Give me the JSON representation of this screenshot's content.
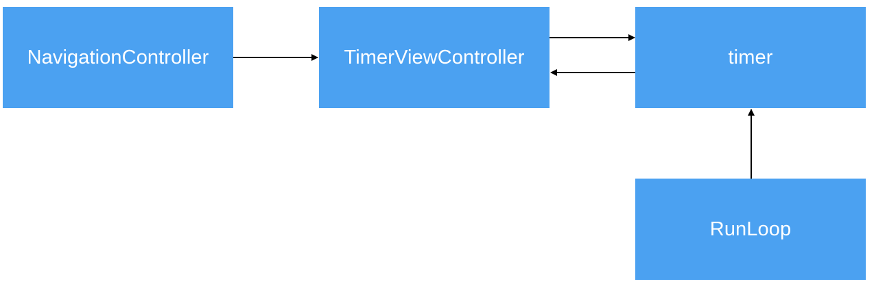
{
  "diagram": {
    "nodes": {
      "navigation_controller": "NavigationController",
      "timer_view_controller": "TimerViewController",
      "timer": "timer",
      "run_loop": "RunLoop"
    },
    "edges": [
      {
        "from": "NavigationController",
        "to": "TimerViewController"
      },
      {
        "from": "TimerViewController",
        "to": "timer"
      },
      {
        "from": "timer",
        "to": "TimerViewController"
      },
      {
        "from": "RunLoop",
        "to": "timer"
      }
    ]
  },
  "colors": {
    "node_fill": "#4ba1f1",
    "node_text": "#ffffff",
    "edge": "#000000",
    "background": "#ffffff"
  }
}
